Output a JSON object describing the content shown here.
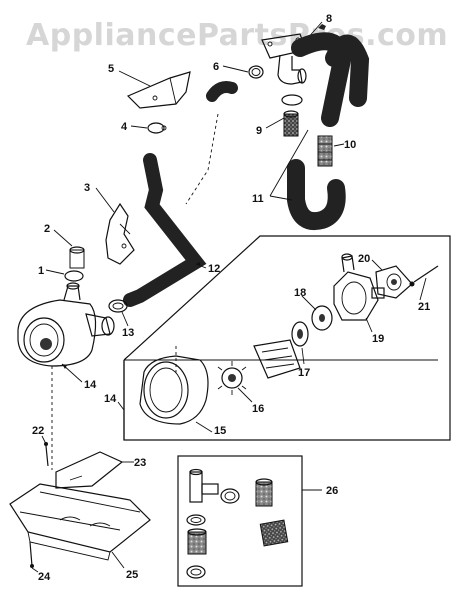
{
  "watermark": "AppliancePartsPros.com",
  "callouts": [
    "1",
    "2",
    "3",
    "4",
    "5",
    "6",
    "8",
    "9",
    "10",
    "11",
    "12",
    "13",
    "14",
    "14",
    "15",
    "16",
    "17",
    "18",
    "19",
    "20",
    "21",
    "22",
    "23",
    "24",
    "25",
    "26"
  ]
}
